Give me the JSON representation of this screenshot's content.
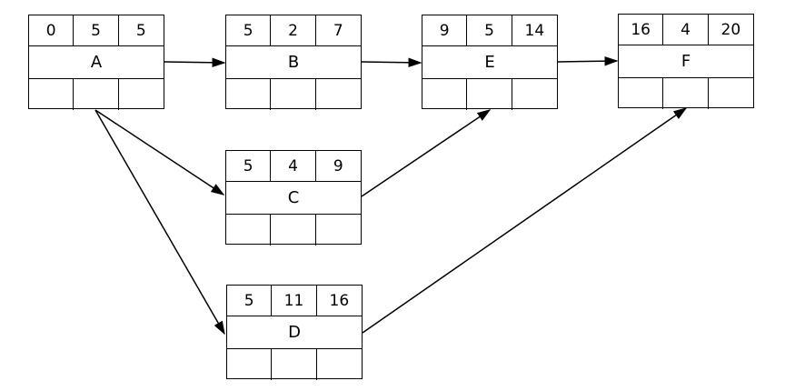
{
  "nodes": {
    "A": {
      "label": "A",
      "values": [
        "0",
        "5",
        "5"
      ]
    },
    "B": {
      "label": "B",
      "values": [
        "5",
        "2",
        "7"
      ]
    },
    "C": {
      "label": "C",
      "values": [
        "5",
        "4",
        "9"
      ]
    },
    "D": {
      "label": "D",
      "values": [
        "5",
        "11",
        "16"
      ]
    },
    "E": {
      "label": "E",
      "values": [
        "9",
        "5",
        "14"
      ]
    },
    "F": {
      "label": "F",
      "values": [
        "16",
        "4",
        "20"
      ]
    }
  },
  "edges": [
    {
      "from": "A",
      "to": "B"
    },
    {
      "from": "B",
      "to": "E"
    },
    {
      "from": "E",
      "to": "F"
    },
    {
      "from": "A",
      "to": "C"
    },
    {
      "from": "A",
      "to": "D"
    },
    {
      "from": "C",
      "to": "E"
    },
    {
      "from": "D",
      "to": "F"
    }
  ],
  "colors": {
    "line": "#000000",
    "background": "#ffffff"
  }
}
